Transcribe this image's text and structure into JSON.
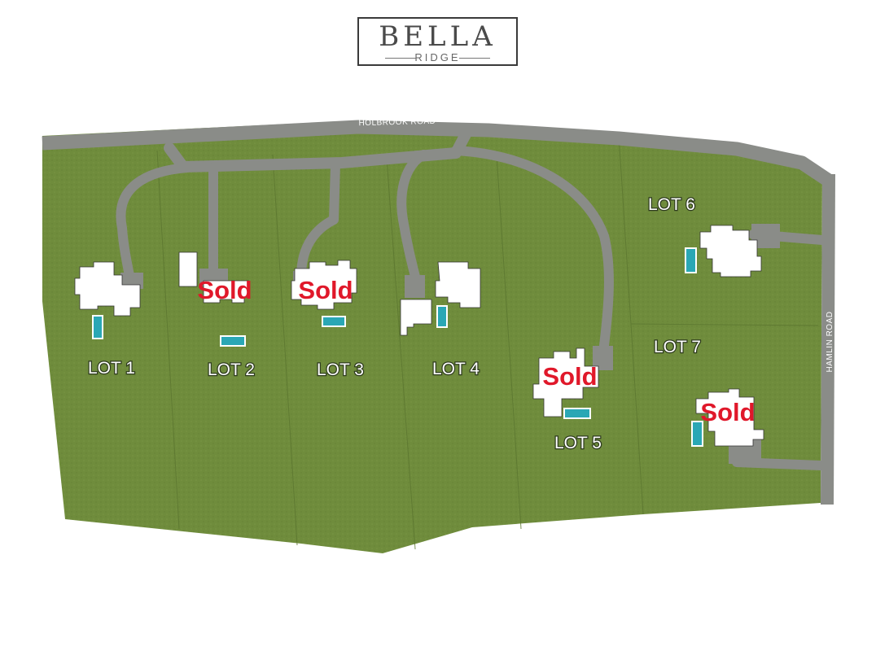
{
  "logo": {
    "main": "BELLA",
    "sub": "RIDGE"
  },
  "roads": {
    "top": "HOLBROOK ROAD",
    "right": "HAMLIN ROAD"
  },
  "lots": [
    {
      "label": "LOT 1",
      "status": ""
    },
    {
      "label": "LOT 2",
      "status": "Sold"
    },
    {
      "label": "LOT 3",
      "status": "Sold"
    },
    {
      "label": "LOT 4",
      "status": ""
    },
    {
      "label": "LOT 5",
      "status": "Sold"
    },
    {
      "label": "LOT 6",
      "status": ""
    },
    {
      "label": "LOT 7",
      "status": "Sold"
    }
  ],
  "colors": {
    "grass": "#6f8c3c",
    "road": "#8a8c88",
    "house": "#ffffff",
    "pool": "#2aa7b5",
    "sold": "#e0182a"
  }
}
